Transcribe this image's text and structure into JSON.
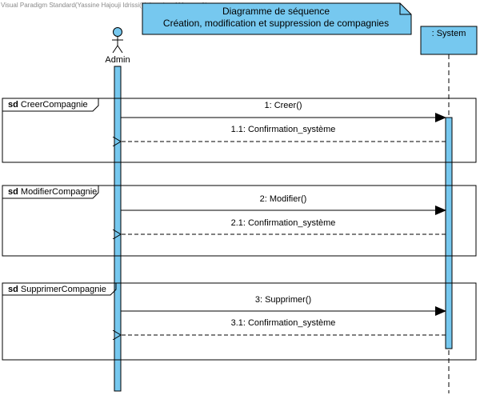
{
  "watermark": "Visual Paradigm Standard(Yassine Hajouji Idrissi(University of Montreal))",
  "note": {
    "line1": "Diagramme de séquence",
    "line2": "Création, modification et suppression de compagnies"
  },
  "actor": {
    "name": "Admin"
  },
  "lifeline_system": {
    "name": ": System"
  },
  "fragments": [
    {
      "keyword": "sd",
      "name": "CreerCompagnie",
      "call": "1: Creer()",
      "reply": "1.1: Confirmation_système"
    },
    {
      "keyword": "sd",
      "name": "ModifierCompagnie",
      "call": "2: Modifier()",
      "reply": "2.1: Confirmation_système"
    },
    {
      "keyword": "sd",
      "name": "SupprimerCompagnie",
      "call": "3: Supprimer()",
      "reply": "3.1: Confirmation_système"
    }
  ],
  "colors": {
    "accent": "#76c8ef",
    "note_fill": "#76c8ef",
    "border": "#000000",
    "watermark": "#8a8a8a"
  }
}
